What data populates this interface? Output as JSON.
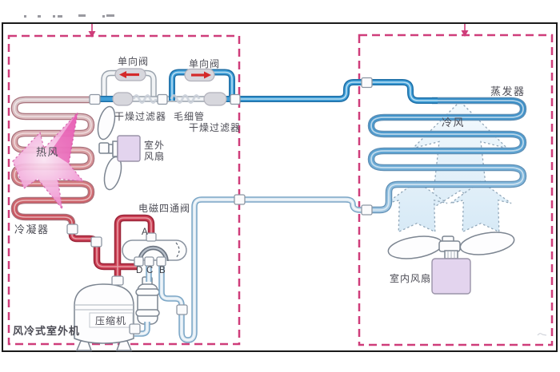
{
  "outdoor": {
    "unit_label": "风冷式室外机",
    "condenser": "冷凝器",
    "hot_air": "热风",
    "fan_line1": "室外",
    "fan_line2": "风扇",
    "compressor": "压缩机",
    "four_way_valve": "电磁四通阀",
    "port_a": "A",
    "port_d": "D",
    "port_c": "C",
    "port_b": "B",
    "check_valve_left": "单向阀",
    "check_valve_right": "单向阀",
    "dry_filter_left": "干燥过滤器",
    "capillary": "毛细管",
    "dry_filter_right": "干燥过滤器"
  },
  "indoor": {
    "evaporator": "蒸发器",
    "cold_air": "冷风",
    "fan": "室内风扇"
  },
  "colors": {
    "border_pink": "#cf3d7a",
    "pipe_blue": "#3f9fd8",
    "pipe_red": "#ce4257",
    "pipe_light_blue": "#dde9f2",
    "condenser_red": "#c23a4a",
    "evaporator_blue": "#2b85c2",
    "hot_air_pink": "#ee6fc0",
    "cold_air_blue": "#dcedf8",
    "fan_motor_purple": "#e3d4ee",
    "label_gray": "#4c4c55",
    "label_pink": "#c43570"
  }
}
